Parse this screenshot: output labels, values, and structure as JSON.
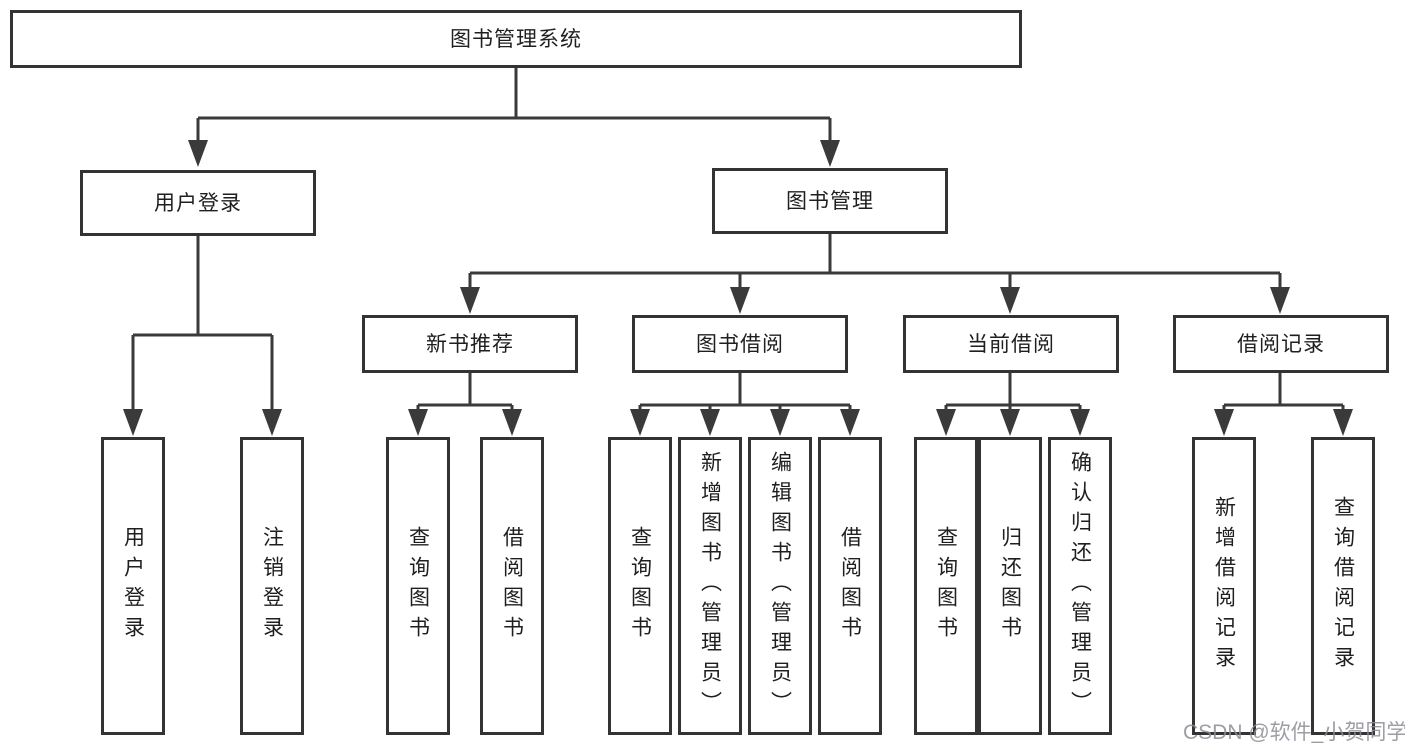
{
  "tree": {
    "root": "图书管理系统",
    "user_login": {
      "label": "用户登录",
      "children": [
        "用户登录",
        "注销登录"
      ]
    },
    "book_management": {
      "label": "图书管理",
      "groups": [
        {
          "label": "新书推荐",
          "children": [
            "查询图书",
            "借阅图书"
          ]
        },
        {
          "label": "图书借阅",
          "children": [
            "查询图书",
            "新增图书（管理员）",
            "编辑图书（管理员）",
            "借阅图书"
          ]
        },
        {
          "label": "当前借阅",
          "children": [
            "查询图书",
            "归还图书",
            "确认归还（管理员）"
          ]
        },
        {
          "label": "借阅记录",
          "children": [
            "新增借阅记录",
            "查询借阅记录"
          ]
        }
      ]
    }
  },
  "watermark": "CSDN @软件_小贺同学",
  "colors": {
    "line": "#3a3a3a",
    "border": "#333333",
    "text": "#1f1f1f",
    "watermark": "#8d8d96",
    "background": "#ffffff"
  }
}
